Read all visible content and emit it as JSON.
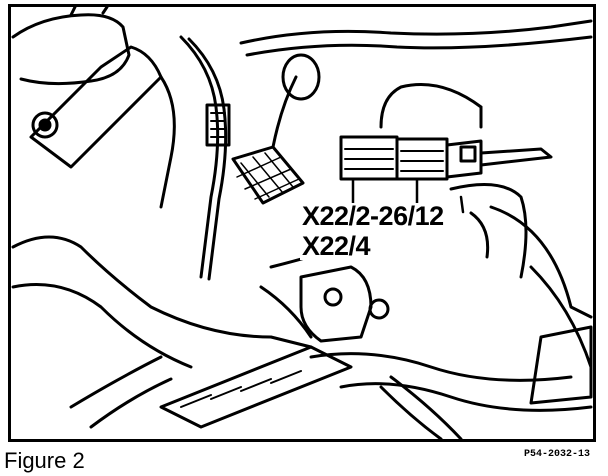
{
  "figure": {
    "connector_label_a": "X22/2-26/12",
    "connector_label_b": "X22/4",
    "reference_code": "P54-2032-13",
    "caption": "Figure 2"
  }
}
